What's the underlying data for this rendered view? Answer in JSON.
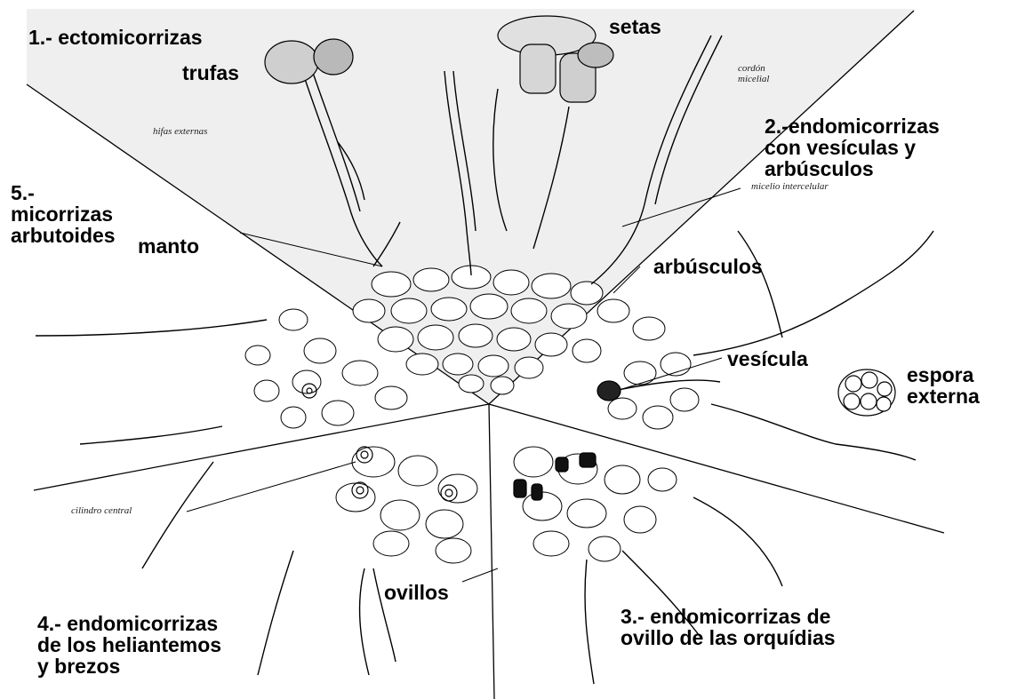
{
  "labels": {
    "ectomicorrizas": "1.- ectomicorrizas",
    "trufas": "trufas",
    "setas": "setas",
    "endo_vesiculas": "2.-endomicorrizas\ncon vesículas y\narbúsculos",
    "micorrizas_arbutoides": "5.-\nmicorrizas\narbutoides",
    "manto": "manto",
    "arbusculos": "arbúsculos",
    "vesicula": "vesícula",
    "espora_externa": "espora\nexterna",
    "ovillos": "ovillos",
    "endo_heliantemos": "4.- endomicorrizas\nde los heliantemos\ny brezos",
    "endo_orquidias": "3.- endomicorrizas de\novillo de las orquídias",
    "hifas_externas": "hifas externas",
    "cordon_micelial": "cordón\nmicelial",
    "micelio_intercelular": "micelio intercelular",
    "cilindro_central": "cilindro central"
  },
  "colors": {
    "ink": "#000000",
    "background": "#ffffff",
    "sector_shade": "#efefef"
  }
}
